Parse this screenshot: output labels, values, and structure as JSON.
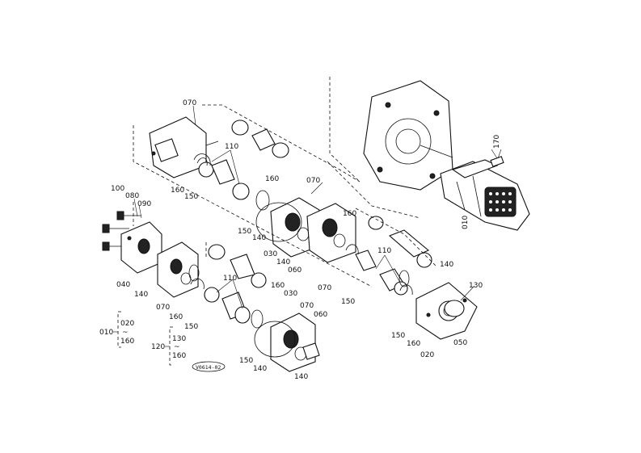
{
  "stamp": "V0614-02",
  "callouts": {
    "c070a": "070",
    "c110a": "110",
    "c160a": "160",
    "c150a": "150",
    "c100": "100",
    "c080": "080",
    "c090": "090",
    "c040": "040",
    "c140a": "140",
    "c160b": "160",
    "c070b": "070",
    "c150b": "150",
    "c140b": "140",
    "c030a": "030",
    "c140c": "140",
    "c060a": "060",
    "c070c": "070",
    "c160c": "160",
    "c110b": "110",
    "c150c": "150",
    "c170": "170",
    "c010a": "010",
    "c110c": "110",
    "c160d": "160",
    "c030b": "030",
    "c070d": "070",
    "c060b": "060",
    "c070e": "070",
    "c160e": "160",
    "c150d": "150",
    "c150e": "150",
    "c140d": "140",
    "c140e": "140",
    "c140f": "140",
    "c150f": "150",
    "c160f": "160",
    "c020a": "020",
    "c130a": "130",
    "c050": "050"
  },
  "kit_legend": {
    "kit1": {
      "main": "010",
      "from": "020",
      "to": "160"
    },
    "kit2": {
      "main": "120",
      "from": "130",
      "to": "160"
    }
  }
}
